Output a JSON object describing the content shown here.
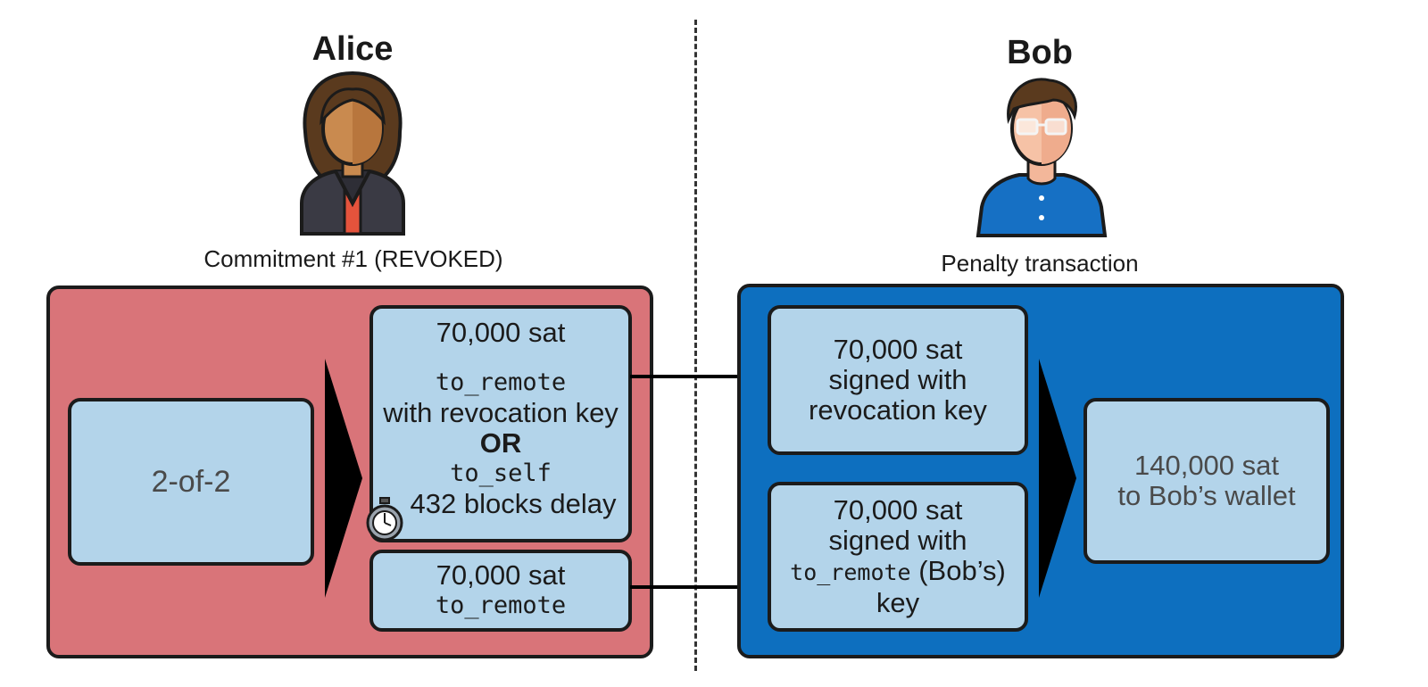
{
  "alice": {
    "name": "Alice",
    "caption": "Commitment #1 (REVOKED)",
    "input_box": "2-of-2",
    "output1": {
      "amount": "70,000 sat",
      "line1": "to_remote",
      "line2": "with revocation key",
      "line3": "OR",
      "line4": "to_self",
      "line5": "432 blocks delay"
    },
    "output2": {
      "amount": "70,000 sat",
      "line1": "to_remote"
    }
  },
  "bob": {
    "name": "Bob",
    "caption": "Penalty transaction",
    "input1": {
      "line1": "70,000 sat",
      "line2": "signed with",
      "line3": "revocation key"
    },
    "input2": {
      "line1": "70,000 sat",
      "line2": "signed with",
      "line3_mono": "to_remote",
      "line3_rest": " (Bob’s)",
      "line4": "key"
    },
    "output": {
      "line1": "140,000 sat",
      "line2": "to Bob’s wallet"
    }
  },
  "colors": {
    "revoked_panel": "#d97479",
    "penalty_panel": "#0d6fbf",
    "box_fill": "#b3d4ea",
    "outline": "#1b1b1b"
  },
  "icons": [
    "alice-avatar-icon",
    "bob-avatar-icon",
    "stopwatch-icon",
    "arrow-right-icon"
  ]
}
